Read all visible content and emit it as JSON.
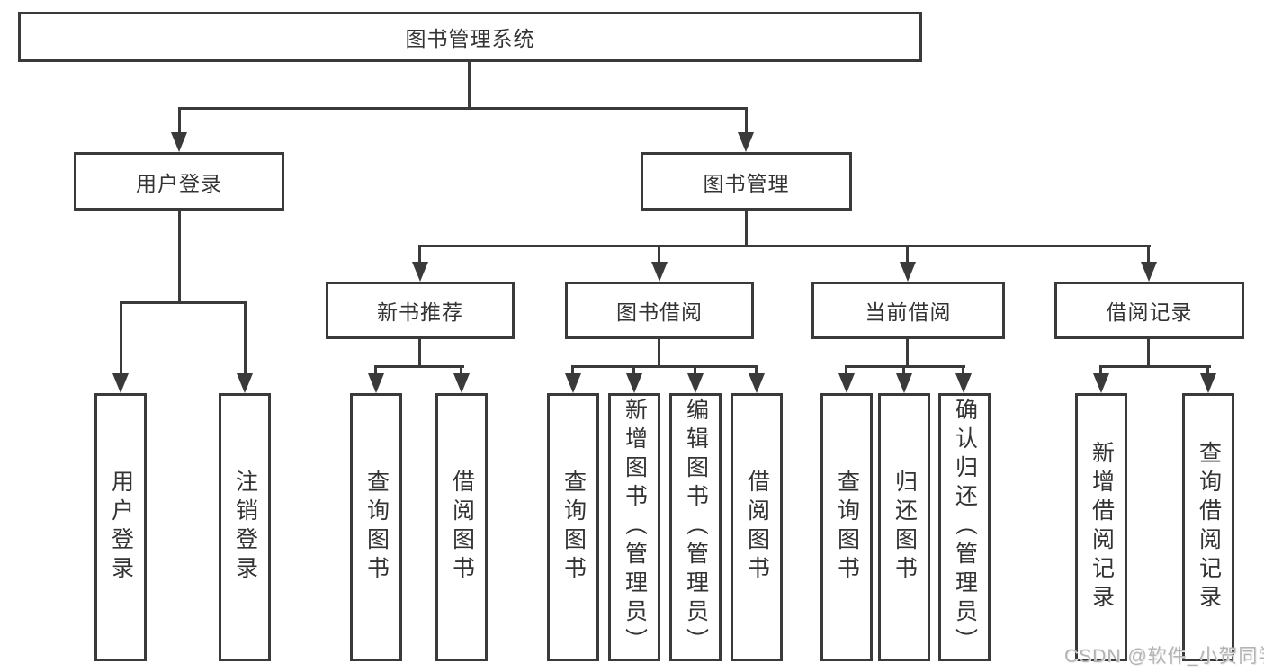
{
  "colors": {
    "line": "#3a3a3a",
    "text": "#333333",
    "watermark": "#b3b3b3",
    "background": "#ffffff"
  },
  "tree": {
    "root": "图书管理系统",
    "children": [
      {
        "label": "用户登录",
        "children": [
          {
            "label": "用户登录"
          },
          {
            "label": "注销登录"
          }
        ]
      },
      {
        "label": "图书管理",
        "children": [
          {
            "label": "新书推荐",
            "children": [
              {
                "label": "查询图书"
              },
              {
                "label": "借阅图书"
              }
            ]
          },
          {
            "label": "图书借阅",
            "children": [
              {
                "label": "查询图书"
              },
              {
                "label": "新增图书（管理员）"
              },
              {
                "label": "编辑图书（管理员）"
              },
              {
                "label": "借阅图书"
              }
            ]
          },
          {
            "label": "当前借阅",
            "children": [
              {
                "label": "查询图书"
              },
              {
                "label": "归还图书"
              },
              {
                "label": "确认归还（管理员）"
              }
            ]
          },
          {
            "label": "借阅记录",
            "children": [
              {
                "label": "新增借阅记录"
              },
              {
                "label": "查询借阅记录"
              }
            ]
          }
        ]
      }
    ]
  },
  "watermark": {
    "text": "CSDN @软件_小贺同学"
  }
}
